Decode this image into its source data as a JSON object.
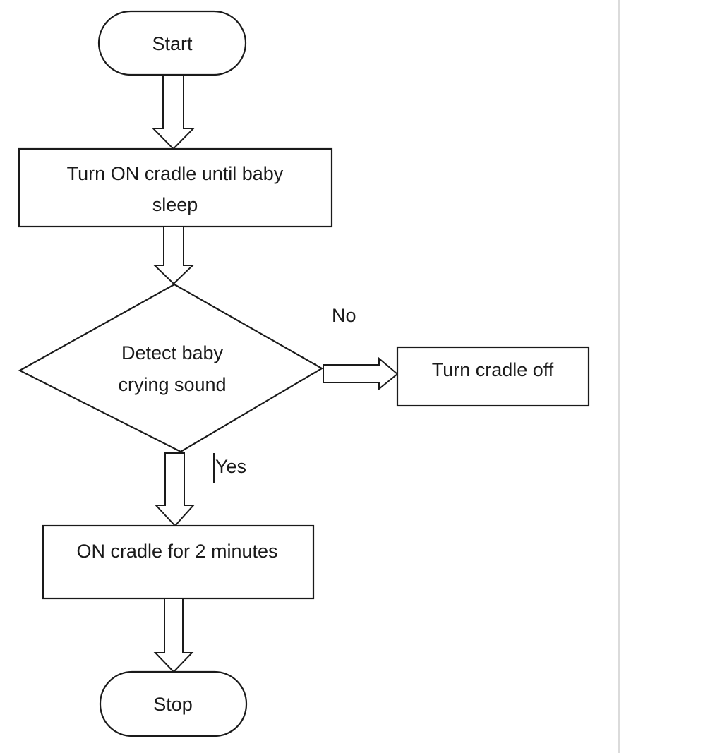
{
  "flowchart": {
    "start": {
      "label": "Start"
    },
    "turn_on": {
      "line1": "Turn ON cradle until baby",
      "line2": "sleep"
    },
    "decision": {
      "line1": "Detect baby",
      "line2": "crying sound"
    },
    "turn_off": {
      "label": "Turn cradle off"
    },
    "on_two_min": {
      "label": "ON cradle for 2 minutes"
    },
    "stop": {
      "label": "Stop"
    },
    "branch_no": {
      "label": "No"
    },
    "branch_yes": {
      "label": "Yes"
    }
  },
  "colors": {
    "stroke": "#1a1a1a",
    "fill": "#ffffff",
    "divider": "#cfcfcf"
  }
}
